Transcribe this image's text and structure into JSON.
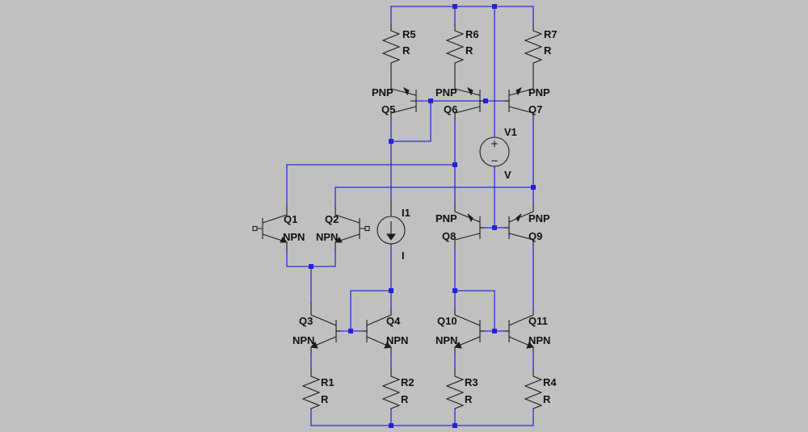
{
  "components": {
    "R1": {
      "name": "R1",
      "value": "R"
    },
    "R2": {
      "name": "R2",
      "value": "R"
    },
    "R3": {
      "name": "R3",
      "value": "R"
    },
    "R4": {
      "name": "R4",
      "value": "R"
    },
    "R5": {
      "name": "R5",
      "value": "R"
    },
    "R6": {
      "name": "R6",
      "value": "R"
    },
    "R7": {
      "name": "R7",
      "value": "R"
    },
    "Q1": {
      "name": "Q1",
      "model": "NPN"
    },
    "Q2": {
      "name": "Q2",
      "model": "NPN"
    },
    "Q3": {
      "name": "Q3",
      "model": "NPN"
    },
    "Q4": {
      "name": "Q4",
      "model": "NPN"
    },
    "Q5": {
      "name": "Q5",
      "model": "PNP"
    },
    "Q6": {
      "name": "Q6",
      "model": "PNP"
    },
    "Q7": {
      "name": "Q7",
      "model": "PNP"
    },
    "Q8": {
      "name": "Q8",
      "model": "PNP"
    },
    "Q9": {
      "name": "Q9",
      "model": "PNP"
    },
    "Q10": {
      "name": "Q10",
      "model": "NPN"
    },
    "Q11": {
      "name": "Q11",
      "model": "NPN"
    },
    "I1": {
      "name": "I1",
      "value": "I"
    },
    "V1": {
      "name": "V1",
      "value": "V",
      "plus": "+",
      "minus": "−"
    }
  },
  "colors": {
    "wire": "#2c2cd8",
    "junction": "#2222dd",
    "component": "#1c1c1c",
    "background": "#c0c0c0"
  }
}
